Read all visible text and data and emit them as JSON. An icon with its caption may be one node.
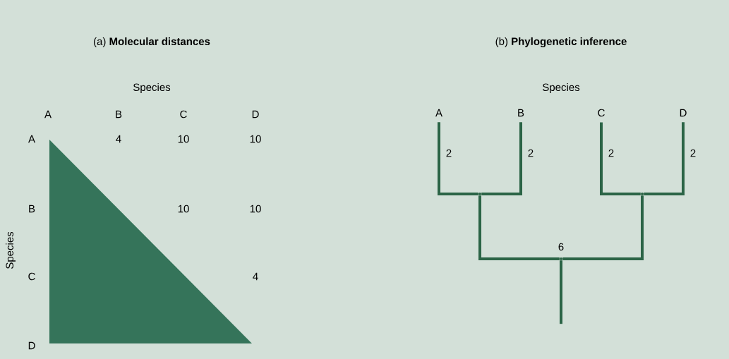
{
  "diagram": {
    "nodes": [
      {
        "text": [
          "A"
        ]
      },
      {
        "text": [
          "B"
        ]
      },
      {
        "text": [
          "C"
        ]
      },
      {
        "text": [
          "D"
        ]
      },
      {
        "text": [],
        "shape": "point"
      },
      {
        "text": [],
        "shape": "point"
      },
      {
        "text": [],
        "shape": "point"
      }
    ],
    "edges": [
      {
        "from": 4,
        "to": 0,
        "arrow": "none",
        "label": "2"
      },
      {
        "from": 4,
        "to": 1,
        "arrow": "none",
        "label": "2"
      },
      {
        "from": 5,
        "to": 2,
        "arrow": "none",
        "label": "2"
      },
      {
        "from": 5,
        "to": 3,
        "arrow": "none",
        "label": "2"
      },
      {
        "from": 6,
        "to": 4,
        "arrow": "none"
      },
      {
        "from": 6,
        "to": 5,
        "arrow": "none"
      },
      {
        "from": 6,
        "to": null,
        "arrow": "none"
      }
    ],
    "labels": [
      "(a) **Molecular distances**",
      "Species",
      "A",
      "B",
      "C",
      "D",
      "A",
      "4",
      "10",
      "10",
      "B",
      "10",
      "10",
      "Species",
      "C",
      "4",
      "D",
      "(b) **Phylogenetic inference**",
      "Species",
      "6"
    ]
  }
}
